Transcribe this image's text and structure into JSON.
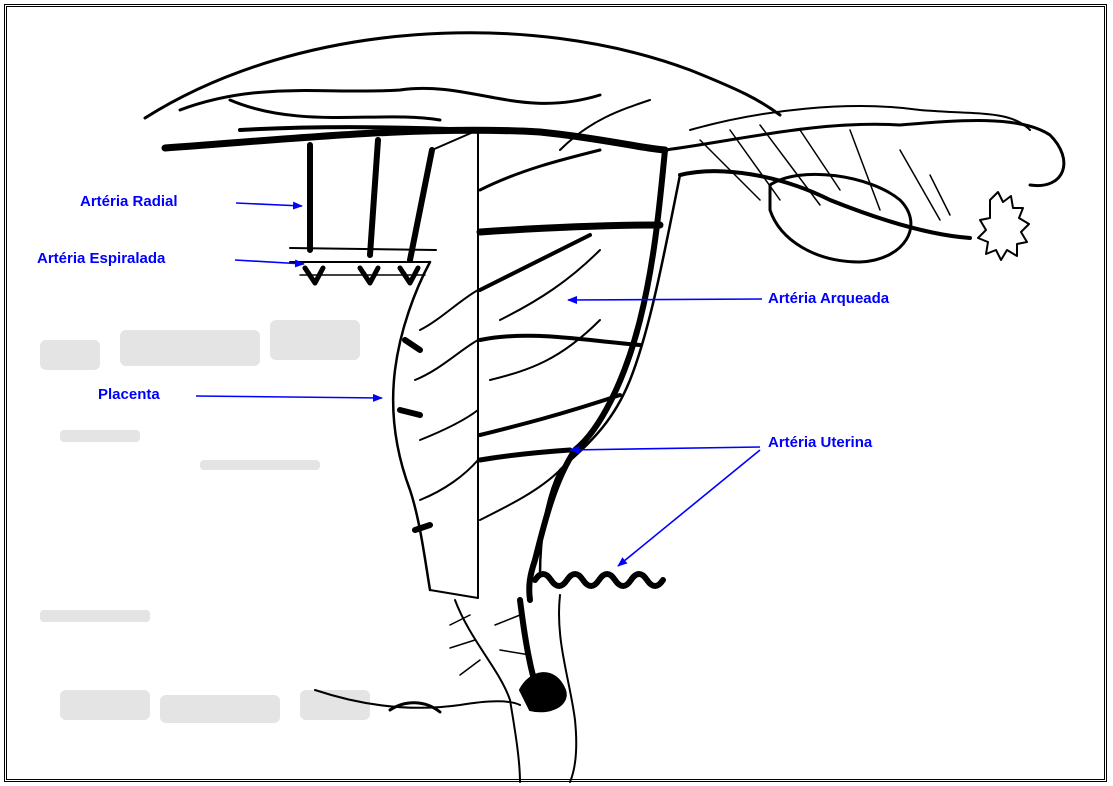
{
  "labels": {
    "radial": "Artéria Radial",
    "espiralada": "Artéria Espiralada",
    "placenta": "Placenta",
    "arqueada": "Artéria Arqueada",
    "uterina": "Artéria Uterina"
  },
  "colors": {
    "label": "#0000ff",
    "arrow": "#0000ff",
    "drawing": "#000000",
    "faint": "#e2e2e2"
  }
}
